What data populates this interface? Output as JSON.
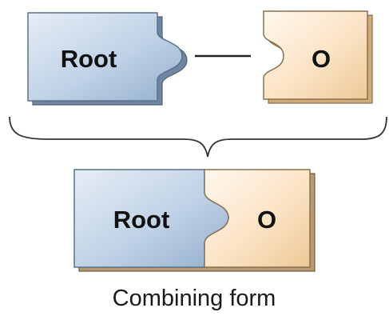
{
  "pieces": {
    "root_label": "Root",
    "o_label": "O"
  },
  "combined": {
    "root_label": "Root",
    "o_label": "O"
  },
  "caption": "Combining form",
  "colors": {
    "root_light": "#e4ecf5",
    "root_mid": "#b8cde2",
    "root_dark": "#8ca8c6",
    "root_edge": "#5b708a",
    "o_light": "#fff6ea",
    "o_mid": "#fbe1bf",
    "o_dark": "#e7c28e",
    "o_edge": "#8a7150",
    "line": "#222222"
  }
}
